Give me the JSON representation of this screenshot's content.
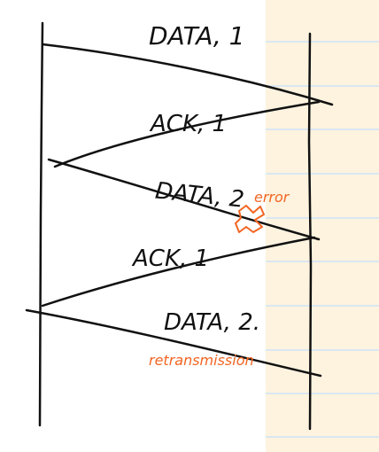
{
  "diagram": {
    "messages": [
      {
        "text": "DATA, 1"
      },
      {
        "text": "ACK, 1"
      },
      {
        "text": "DATA, 2"
      },
      {
        "text": "ACK, 1"
      },
      {
        "text": "DATA, 2."
      }
    ],
    "annotations": {
      "error": "error",
      "retransmission": "retransmission"
    },
    "colors": {
      "ink": "#111111",
      "annotation": "#f26522",
      "paper": "#fdf3df",
      "rule": "#cfe3f7",
      "background": "#ffffff"
    }
  }
}
